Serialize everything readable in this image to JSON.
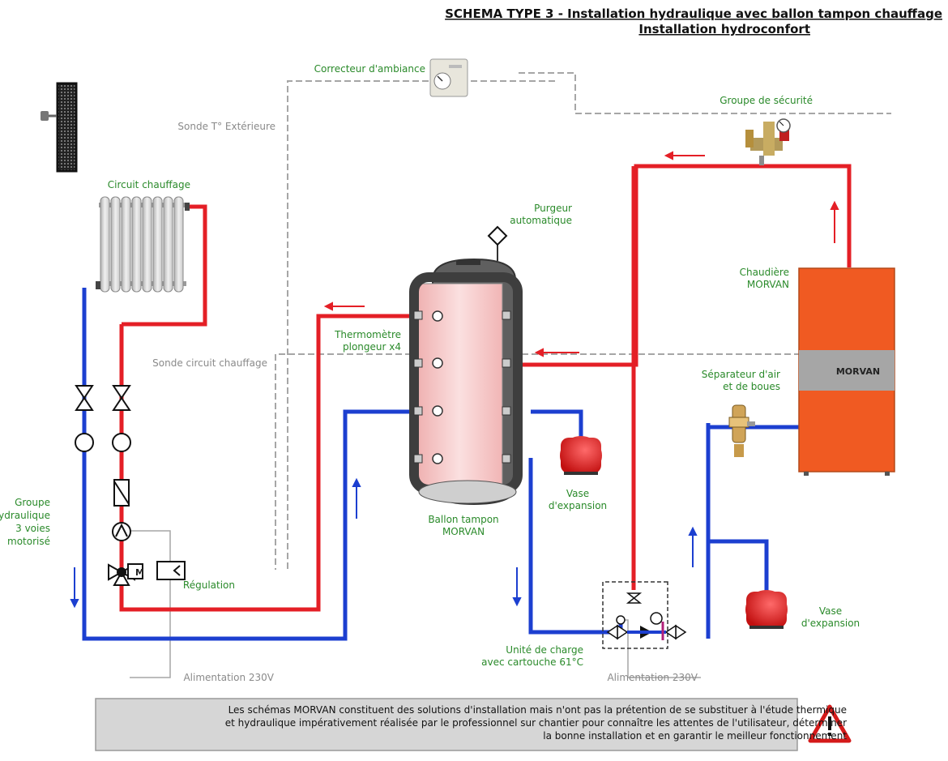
{
  "title": {
    "line1": "SCHEMA TYPE 3 - Installation hydraulique avec ballon tampon chauffage",
    "line2": "Installation hydroconfort"
  },
  "labels": {
    "correcteur": "Correcteur d'ambiance",
    "sonde_ext": "Sonde T° Extérieure",
    "circuit": "Circuit chauffage",
    "sonde_circuit": "Sonde circuit chauffage",
    "groupe_hydro": [
      "Groupe",
      "hydraulique",
      "3 voies",
      "motorisé"
    ],
    "regulation": "Régulation",
    "alim1": "Alimentation 230V",
    "alim2": "Alimentation 230V",
    "purgeur": [
      "Purgeur",
      "automatique"
    ],
    "thermometre": [
      "Thermomètre",
      "plongeur x4"
    ],
    "ballon": [
      "Ballon tampon",
      "MORVAN"
    ],
    "vase1": [
      "Vase",
      "d'expansion"
    ],
    "unite_charge": [
      "Unité de charge",
      "avec cartouche 61°C"
    ],
    "groupe_securite": "Groupe de sécurité",
    "chaudiere": [
      "Chaudière",
      "MORVAN"
    ],
    "separateur": [
      "Séparateur d'air",
      "et de boues"
    ],
    "vase2": [
      "Vase",
      "d'expansion"
    ],
    "boiler_brand": "MORVAN",
    "motor_letter": "M"
  },
  "note": [
    "Les schémas MORVAN constituent des solutions d'installation mais n'ont pas la prétention de se substituer à l'étude thermique",
    "et hydraulique impérativement réalisée par le professionnel sur chantier pour connaître les attentes de l'utilisateur, déterminer",
    "la bonne installation et en garantir le meilleur fonctionnement"
  ],
  "colors": {
    "hot": "#e41f26",
    "cold": "#1c3fd0",
    "signal": "#a6a6a6",
    "label": "#2a8a2a",
    "boiler": "#f05a22",
    "tank": "#f6c3c3"
  }
}
